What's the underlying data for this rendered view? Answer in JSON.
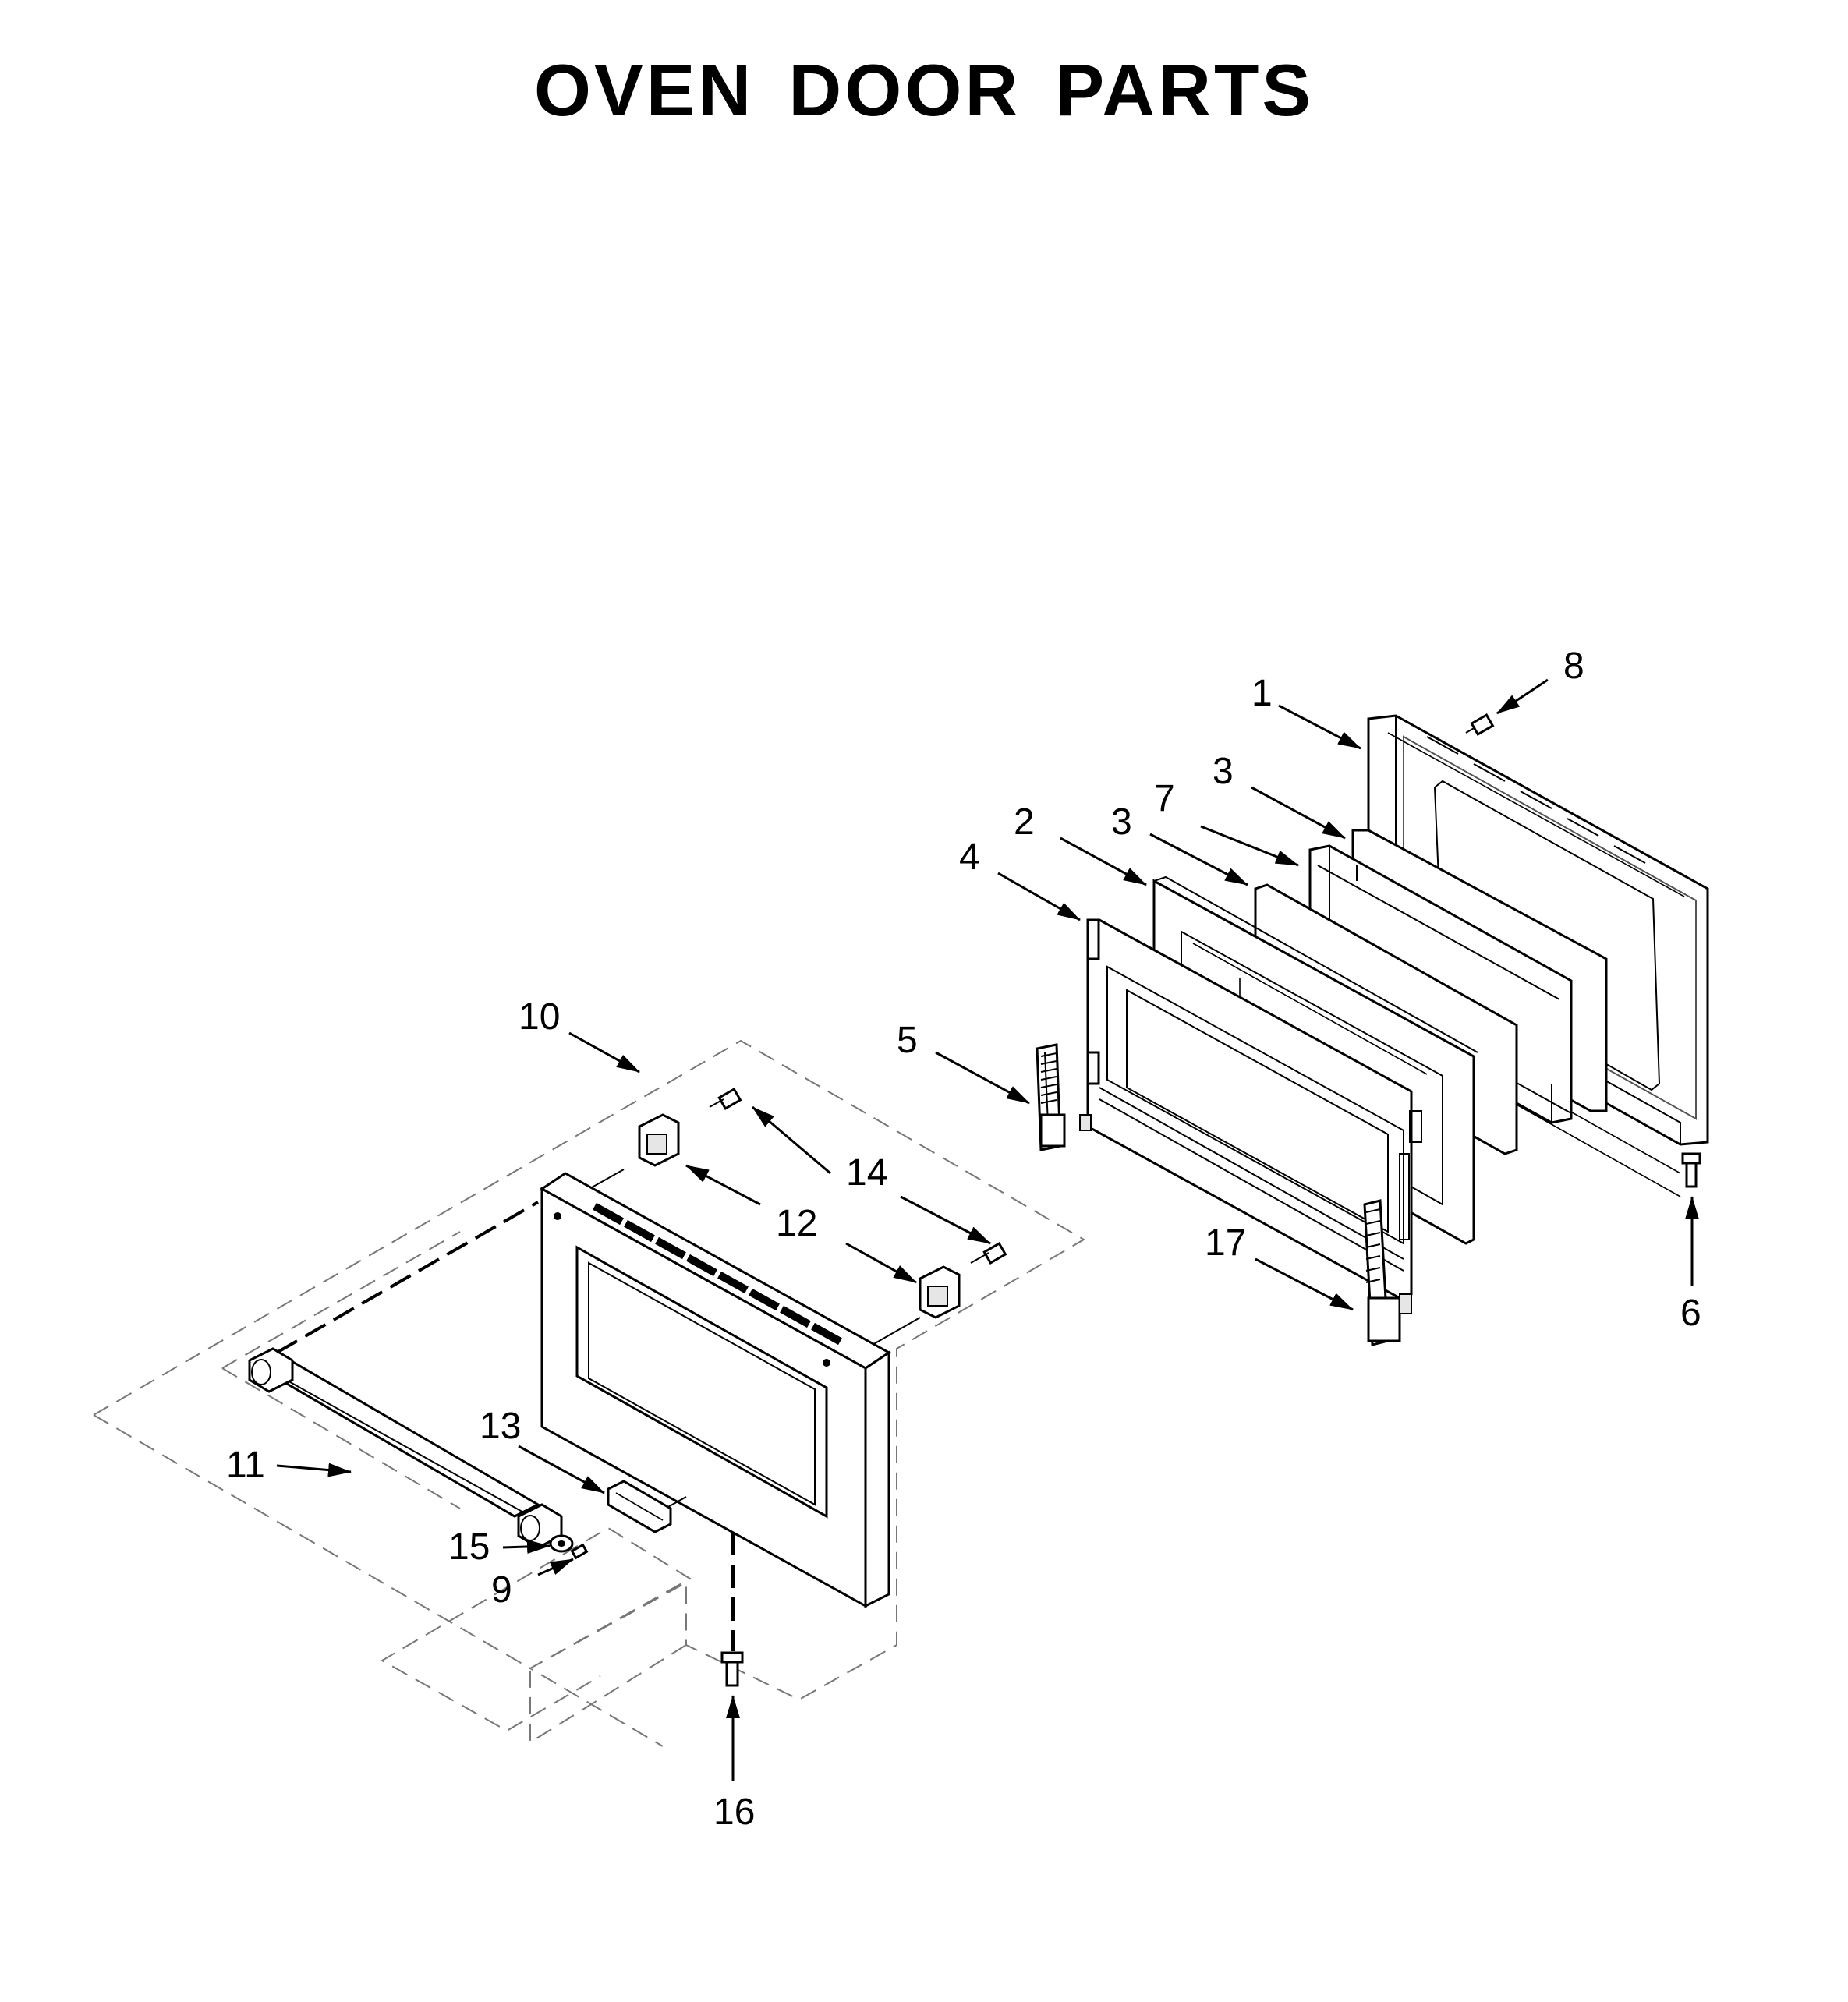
{
  "title": "OVEN DOOR PARTS",
  "callouts": [
    {
      "id": "c1",
      "label": "1"
    },
    {
      "id": "c2",
      "label": "2"
    },
    {
      "id": "c3a",
      "label": "3"
    },
    {
      "id": "c3b",
      "label": "3"
    },
    {
      "id": "c4",
      "label": "4"
    },
    {
      "id": "c5",
      "label": "5"
    },
    {
      "id": "c6",
      "label": "6"
    },
    {
      "id": "c7",
      "label": "7"
    },
    {
      "id": "c8",
      "label": "8"
    },
    {
      "id": "c9",
      "label": "9"
    },
    {
      "id": "c10",
      "label": "10"
    },
    {
      "id": "c11",
      "label": "11"
    },
    {
      "id": "c12",
      "label": "12"
    },
    {
      "id": "c13",
      "label": "13"
    },
    {
      "id": "c14",
      "label": "14"
    },
    {
      "id": "c15",
      "label": "15"
    },
    {
      "id": "c16",
      "label": "16"
    },
    {
      "id": "c17",
      "label": "17"
    }
  ]
}
